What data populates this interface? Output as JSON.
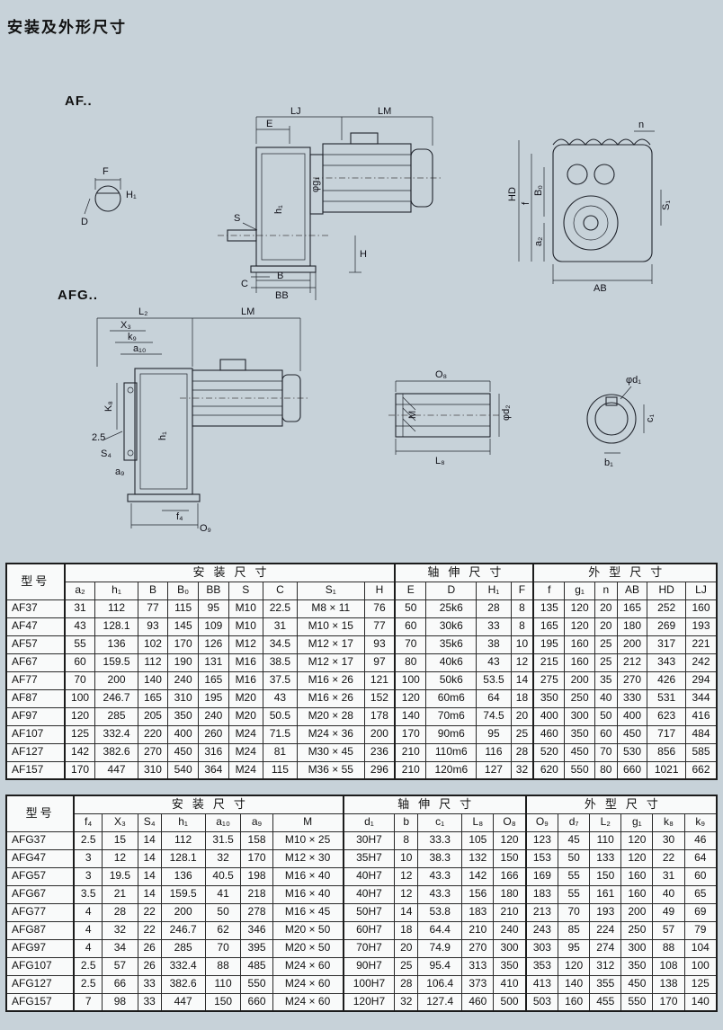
{
  "page": {
    "title": "安装及外形尺寸",
    "bg_color": "#c7d2d9",
    "line_color": "#20242c"
  },
  "af": {
    "label": "AF..",
    "dims": {
      "LJ": "LJ",
      "LM": "LM",
      "E": "E",
      "F": "F",
      "H1": "H₁",
      "D": "D",
      "S": "S",
      "C": "C",
      "B": "B",
      "BB": "BB",
      "H": "H",
      "h1": "h₁",
      "g1": "φg₁",
      "HD": "HD",
      "f": "f",
      "B0": "B₀",
      "a2": "a₂",
      "n": "n",
      "AB": "AB",
      "S1": "S₁"
    }
  },
  "afg": {
    "label": "AFG..",
    "dims": {
      "L2": "L₂",
      "X3": "X₃",
      "k9": "k₉",
      "a10": "a₁₀",
      "K8": "K₈",
      "deg": "2.5",
      "S4": "S₄",
      "a9": "a₉",
      "h1": "h₁",
      "f4": "f₄",
      "O9": "O₉",
      "LM": "LM",
      "O8": "O₈",
      "M": "M",
      "L8": "L₈",
      "d2": "φd₂",
      "d1": "φd₁",
      "c1": "c₁",
      "b1": "b₁"
    }
  },
  "table_af": {
    "model_header": "型号",
    "groups": [
      {
        "label": "安装尺寸",
        "span": 9
      },
      {
        "label": "轴伸尺寸",
        "span": 4
      },
      {
        "label": "外型尺寸",
        "span": 6
      }
    ],
    "columns": [
      "a₂",
      "h₁",
      "B",
      "B₀",
      "BB",
      "S",
      "C",
      "S₁",
      "H",
      "E",
      "D",
      "H₁",
      "F",
      "f",
      "g₁",
      "n",
      "AB",
      "HD",
      "LJ"
    ],
    "boundaries": [
      9,
      13
    ],
    "rows": [
      [
        "AF37",
        "31",
        "112",
        "77",
        "115",
        "95",
        "M10",
        "22.5",
        "M8 × 11",
        "76",
        "50",
        "25k6",
        "28",
        "8",
        "135",
        "120",
        "20",
        "165",
        "252",
        "160"
      ],
      [
        "AF47",
        "43",
        "128.1",
        "93",
        "145",
        "109",
        "M10",
        "31",
        "M10 × 15",
        "77",
        "60",
        "30k6",
        "33",
        "8",
        "165",
        "120",
        "20",
        "180",
        "269",
        "193"
      ],
      [
        "AF57",
        "55",
        "136",
        "102",
        "170",
        "126",
        "M12",
        "34.5",
        "M12 × 17",
        "93",
        "70",
        "35k6",
        "38",
        "10",
        "195",
        "160",
        "25",
        "200",
        "317",
        "221"
      ],
      [
        "AF67",
        "60",
        "159.5",
        "112",
        "190",
        "131",
        "M16",
        "38.5",
        "M12 × 17",
        "97",
        "80",
        "40k6",
        "43",
        "12",
        "215",
        "160",
        "25",
        "212",
        "343",
        "242"
      ],
      [
        "AF77",
        "70",
        "200",
        "140",
        "240",
        "165",
        "M16",
        "37.5",
        "M16 × 26",
        "121",
        "100",
        "50k6",
        "53.5",
        "14",
        "275",
        "200",
        "35",
        "270",
        "426",
        "294"
      ],
      [
        "AF87",
        "100",
        "246.7",
        "165",
        "310",
        "195",
        "M20",
        "43",
        "M16 × 26",
        "152",
        "120",
        "60m6",
        "64",
        "18",
        "350",
        "250",
        "40",
        "330",
        "531",
        "344"
      ],
      [
        "AF97",
        "120",
        "285",
        "205",
        "350",
        "240",
        "M20",
        "50.5",
        "M20 × 28",
        "178",
        "140",
        "70m6",
        "74.5",
        "20",
        "400",
        "300",
        "50",
        "400",
        "623",
        "416"
      ],
      [
        "AF107",
        "125",
        "332.4",
        "220",
        "400",
        "260",
        "M24",
        "71.5",
        "M24 × 36",
        "200",
        "170",
        "90m6",
        "95",
        "25",
        "460",
        "350",
        "60",
        "450",
        "717",
        "484"
      ],
      [
        "AF127",
        "142",
        "382.6",
        "270",
        "450",
        "316",
        "M24",
        "81",
        "M30 × 45",
        "236",
        "210",
        "110m6",
        "116",
        "28",
        "520",
        "450",
        "70",
        "530",
        "856",
        "585"
      ],
      [
        "AF157",
        "170",
        "447",
        "310",
        "540",
        "364",
        "M24",
        "115",
        "M36 × 55",
        "296",
        "210",
        "120m6",
        "127",
        "32",
        "620",
        "550",
        "80",
        "660",
        "1021",
        "662"
      ]
    ]
  },
  "table_afg": {
    "model_header": "型号",
    "groups": [
      {
        "label": "安装尺寸",
        "span": 7
      },
      {
        "label": "轴伸尺寸",
        "span": 5
      },
      {
        "label": "外型尺寸",
        "span": 6
      }
    ],
    "columns": [
      "f₄",
      "X₃",
      "S₄",
      "h₁",
      "a₁₀",
      "a₉",
      "M",
      "d₁",
      "b",
      "c₁",
      "L₈",
      "O₈",
      "O₉",
      "d₇",
      "L₂",
      "g₁",
      "k₈",
      "k₉"
    ],
    "boundaries": [
      7,
      12
    ],
    "rows": [
      [
        "AFG37",
        "2.5",
        "15",
        "14",
        "112",
        "31.5",
        "158",
        "M10 × 25",
        "30H7",
        "8",
        "33.3",
        "105",
        "120",
        "123",
        "45",
        "110",
        "120",
        "30",
        "46"
      ],
      [
        "AFG47",
        "3",
        "12",
        "14",
        "128.1",
        "32",
        "170",
        "M12 × 30",
        "35H7",
        "10",
        "38.3",
        "132",
        "150",
        "153",
        "50",
        "133",
        "120",
        "22",
        "64"
      ],
      [
        "AFG57",
        "3",
        "19.5",
        "14",
        "136",
        "40.5",
        "198",
        "M16 × 40",
        "40H7",
        "12",
        "43.3",
        "142",
        "166",
        "169",
        "55",
        "150",
        "160",
        "31",
        "60"
      ],
      [
        "AFG67",
        "3.5",
        "21",
        "14",
        "159.5",
        "41",
        "218",
        "M16 × 40",
        "40H7",
        "12",
        "43.3",
        "156",
        "180",
        "183",
        "55",
        "161",
        "160",
        "40",
        "65"
      ],
      [
        "AFG77",
        "4",
        "28",
        "22",
        "200",
        "50",
        "278",
        "M16 × 45",
        "50H7",
        "14",
        "53.8",
        "183",
        "210",
        "213",
        "70",
        "193",
        "200",
        "49",
        "69"
      ],
      [
        "AFG87",
        "4",
        "32",
        "22",
        "246.7",
        "62",
        "346",
        "M20 × 50",
        "60H7",
        "18",
        "64.4",
        "210",
        "240",
        "243",
        "85",
        "224",
        "250",
        "57",
        "79"
      ],
      [
        "AFG97",
        "4",
        "34",
        "26",
        "285",
        "70",
        "395",
        "M20 × 50",
        "70H7",
        "20",
        "74.9",
        "270",
        "300",
        "303",
        "95",
        "274",
        "300",
        "88",
        "104"
      ],
      [
        "AFG107",
        "2.5",
        "57",
        "26",
        "332.4",
        "88",
        "485",
        "M24 × 60",
        "90H7",
        "25",
        "95.4",
        "313",
        "350",
        "353",
        "120",
        "312",
        "350",
        "108",
        "100"
      ],
      [
        "AFG127",
        "2.5",
        "66",
        "33",
        "382.6",
        "110",
        "550",
        "M24 × 60",
        "100H7",
        "28",
        "106.4",
        "373",
        "410",
        "413",
        "140",
        "355",
        "450",
        "138",
        "125"
      ],
      [
        "AFG157",
        "7",
        "98",
        "33",
        "447",
        "150",
        "660",
        "M24 × 60",
        "120H7",
        "32",
        "127.4",
        "460",
        "500",
        "503",
        "160",
        "455",
        "550",
        "170",
        "140"
      ]
    ]
  }
}
